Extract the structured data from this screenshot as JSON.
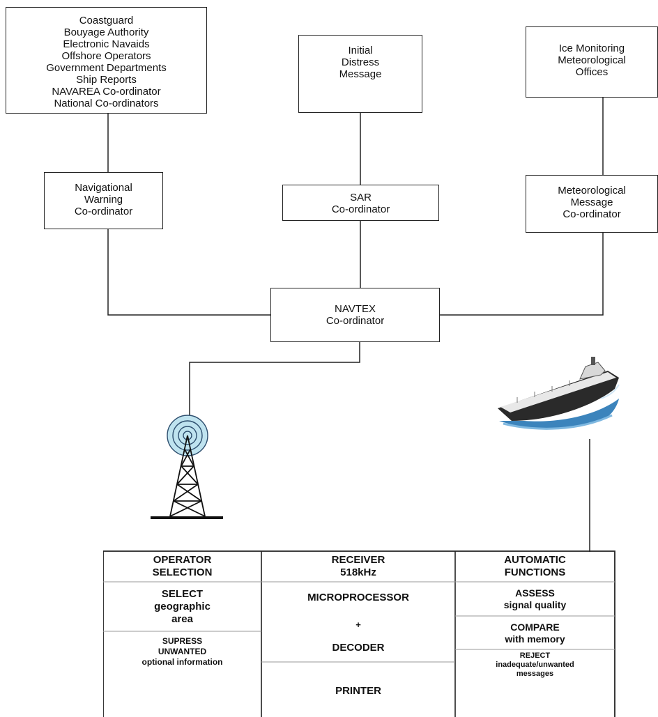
{
  "sources": {
    "left": [
      "Coastguard",
      "Bouyage Authority",
      "Electronic Navaids",
      "Offshore Operators",
      "Government Departments",
      "Ship Reports",
      "NAVAREA Co-ordinator",
      "National Co-ordinators"
    ],
    "center": [
      "Initial",
      "Distress",
      "Message"
    ],
    "right": [
      "Ice Monitoring",
      "Meteorological",
      "Offices"
    ]
  },
  "coordinators": {
    "navigational": [
      "Navigational",
      "Warning",
      "Co-ordinator"
    ],
    "sar": [
      "SAR",
      "Co-ordinator"
    ],
    "meteorological": [
      "Meteorological",
      "Message",
      "Co-ordinator"
    ],
    "navtex": [
      "NAVTEX",
      "Co-ordinator"
    ]
  },
  "receiver_panel": {
    "operator_header": [
      "OPERATOR",
      "SELECTION"
    ],
    "select_area": [
      "SELECT",
      "geographic",
      "area"
    ],
    "suppress": [
      "SUPRESS",
      "UNWANTED",
      "optional information"
    ],
    "receiver_header": [
      "RECEIVER",
      "518kHz"
    ],
    "microprocessor": "MICROPROCESSOR",
    "plus": "+",
    "decoder": "DECODER",
    "printer": "PRINTER",
    "automatic_header": [
      "AUTOMATIC",
      "FUNCTIONS"
    ],
    "assess": [
      "ASSESS",
      "signal quality"
    ],
    "compare": [
      "COMPARE",
      "with memory"
    ],
    "reject": [
      "REJECT",
      "inadequate/unwanted",
      "messages"
    ]
  },
  "icons": {
    "transmitter": "radio-tower-icon",
    "ship": "ship-icon"
  },
  "colors": {
    "line": "#222222",
    "water": "#1a6fb0",
    "hull": "#2a2a2a",
    "deck": "#e8e8e8"
  }
}
